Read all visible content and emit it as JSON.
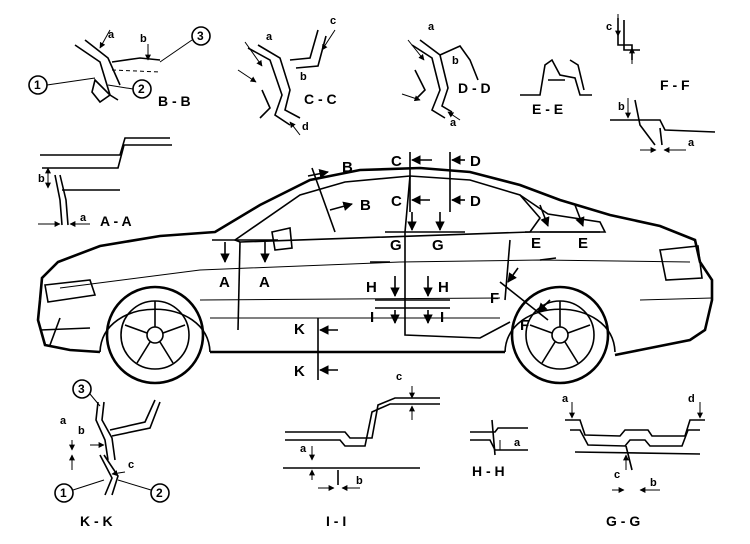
{
  "sections": {
    "aa": "A - A",
    "bb": "B - B",
    "cc": "C - C",
    "dd": "D - D",
    "ee": "E - E",
    "ff": "F - F",
    "gg": "G - G",
    "hh": "H - H",
    "ii": "I - I",
    "kk": "K - K"
  },
  "car_markers": {
    "a": "A",
    "b": "B",
    "c": "C",
    "d": "D",
    "e": "E",
    "f": "F",
    "g": "G",
    "h": "H",
    "i": "I",
    "k": "K"
  },
  "dims": {
    "a": "a",
    "b": "b",
    "c": "c",
    "d": "d"
  },
  "callouts": {
    "one": "1",
    "two": "2",
    "three": "3"
  }
}
